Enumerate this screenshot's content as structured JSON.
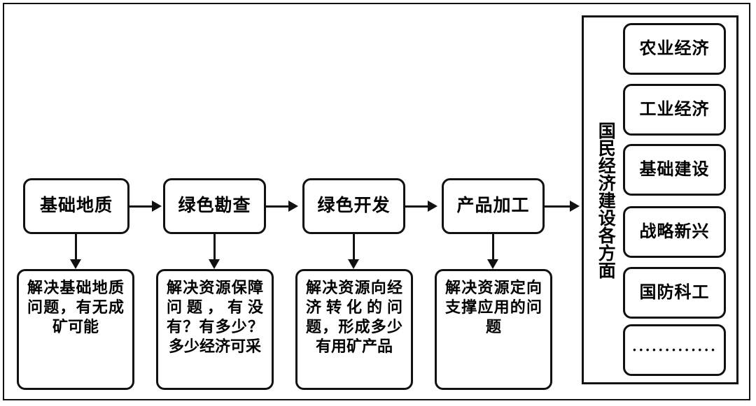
{
  "diagram": {
    "title": "",
    "colors": {
      "line": "#111111",
      "background": "#ffffff",
      "text": "#000000"
    },
    "stages": [
      {
        "label": "基础地质",
        "description": "解决基础地质问题，有无成矿可能"
      },
      {
        "label": "绿色勘查",
        "description": "解决资源保障问题，有没有？有多少？多少经济可采"
      },
      {
        "label": "绿色开发",
        "description": "解决资源向经济转化的问题，形成多少有用矿产品"
      },
      {
        "label": "产品加工",
        "description": "解决资源定向支撑应用的问题"
      }
    ],
    "sector_panel": {
      "vertical_label": "国民经济建设各方面",
      "items": [
        {
          "label": "农业经济"
        },
        {
          "label": "工业经济"
        },
        {
          "label": "基础建设"
        },
        {
          "label": "战略新兴"
        },
        {
          "label": "国防科工"
        },
        {
          "label": "·············"
        }
      ]
    },
    "connectors": [
      {
        "name": "stage1-to-stage2",
        "type": "arrow-right"
      },
      {
        "name": "stage2-to-stage3",
        "type": "arrow-right"
      },
      {
        "name": "stage3-to-stage4",
        "type": "arrow-right"
      },
      {
        "name": "stage4-to-sector-panel",
        "type": "arrow-right"
      },
      {
        "name": "stage1-to-desc1",
        "type": "arrow-down"
      },
      {
        "name": "stage2-to-desc2",
        "type": "arrow-down"
      },
      {
        "name": "stage3-to-desc3",
        "type": "arrow-down"
      },
      {
        "name": "stage4-to-desc4",
        "type": "arrow-down"
      }
    ]
  }
}
